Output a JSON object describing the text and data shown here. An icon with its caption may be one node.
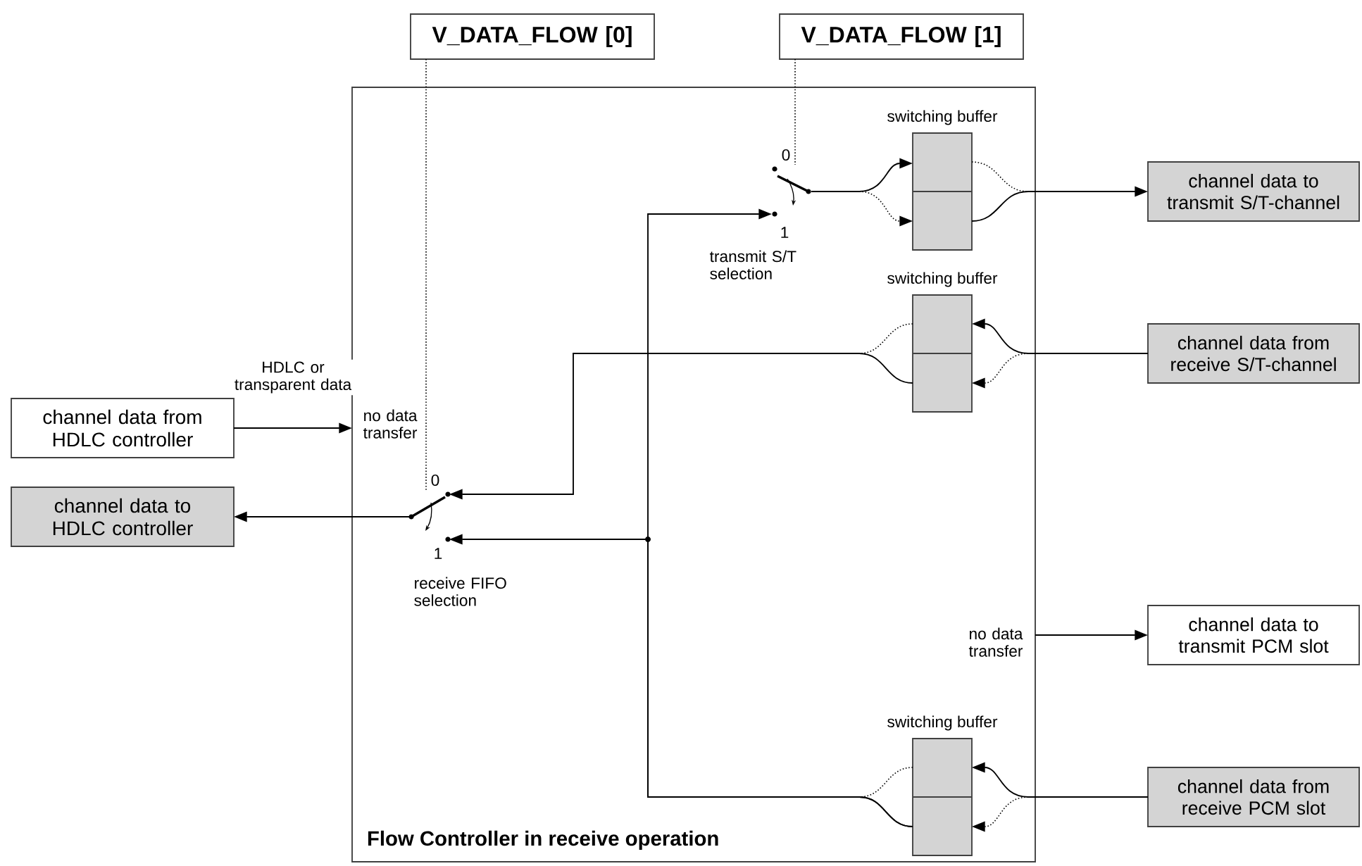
{
  "diagram": {
    "nodes": [
      {
        "text": [
          "V_DATA_FLOW [0]"
        ]
      },
      {
        "text": [
          "V_DATA_FLOW [1]"
        ]
      },
      {
        "text": [
          "Flow Controller in receive operation"
        ]
      },
      {
        "text": [
          "channel data from HDLC controller"
        ]
      },
      {
        "text": [
          "channel data to HDLC controller"
        ]
      },
      {
        "text": [
          "channel data to transmit S/T-channel"
        ]
      },
      {
        "text": [
          "channel data from receive S/T-channel"
        ]
      },
      {
        "text": [
          "channel data to transmit PCM slot"
        ]
      },
      {
        "text": [
          "channel data from receive PCM slot"
        ]
      },
      {
        "text": [],
        "shape": "switch",
        "in": 2,
        "beside": [
          "0",
          "1",
          "transmit S/T selection"
        ]
      },
      {
        "text": [],
        "shape": "box",
        "in": 2,
        "beside": [
          "switching buffer"
        ]
      },
      {
        "text": [],
        "shape": "box",
        "in": 2,
        "beside": [
          "switching buffer"
        ]
      },
      {
        "text": [],
        "shape": "switch",
        "in": 2,
        "beside": [
          "0",
          "1",
          "receive FIFO selection"
        ]
      },
      {
        "text": [],
        "shape": "box",
        "in": 2,
        "beside": [
          "switching buffer"
        ]
      }
    ],
    "edges": [
      {
        "from": 0,
        "to": 12,
        "arrow": "none",
        "style": "dashed"
      },
      {
        "from": 1,
        "to": 9,
        "arrow": "none",
        "style": "dashed"
      },
      {
        "from": 3,
        "to": 2,
        "arrow": "to",
        "label": "HDLC or transparent data"
      },
      {
        "from": 12,
        "to": 4,
        "arrow": "to"
      },
      {
        "from": 9,
        "to": 10,
        "arrow": "to"
      },
      {
        "from": 10,
        "to": 5,
        "arrow": "to"
      },
      {
        "from": 6,
        "to": 11,
        "arrow": "to"
      },
      {
        "from": 11,
        "to": 12,
        "arrow": "to"
      },
      {
        "from": 8,
        "to": 13,
        "arrow": "to"
      },
      {
        "from": 13,
        "to": 12,
        "arrow": "to"
      },
      {
        "from": 13,
        "to": 9,
        "arrow": "to"
      },
      {
        "from": 2,
        "to": 7,
        "arrow": "to"
      }
    ],
    "labels": [
      "no data transfer",
      "no data transfer"
    ]
  }
}
